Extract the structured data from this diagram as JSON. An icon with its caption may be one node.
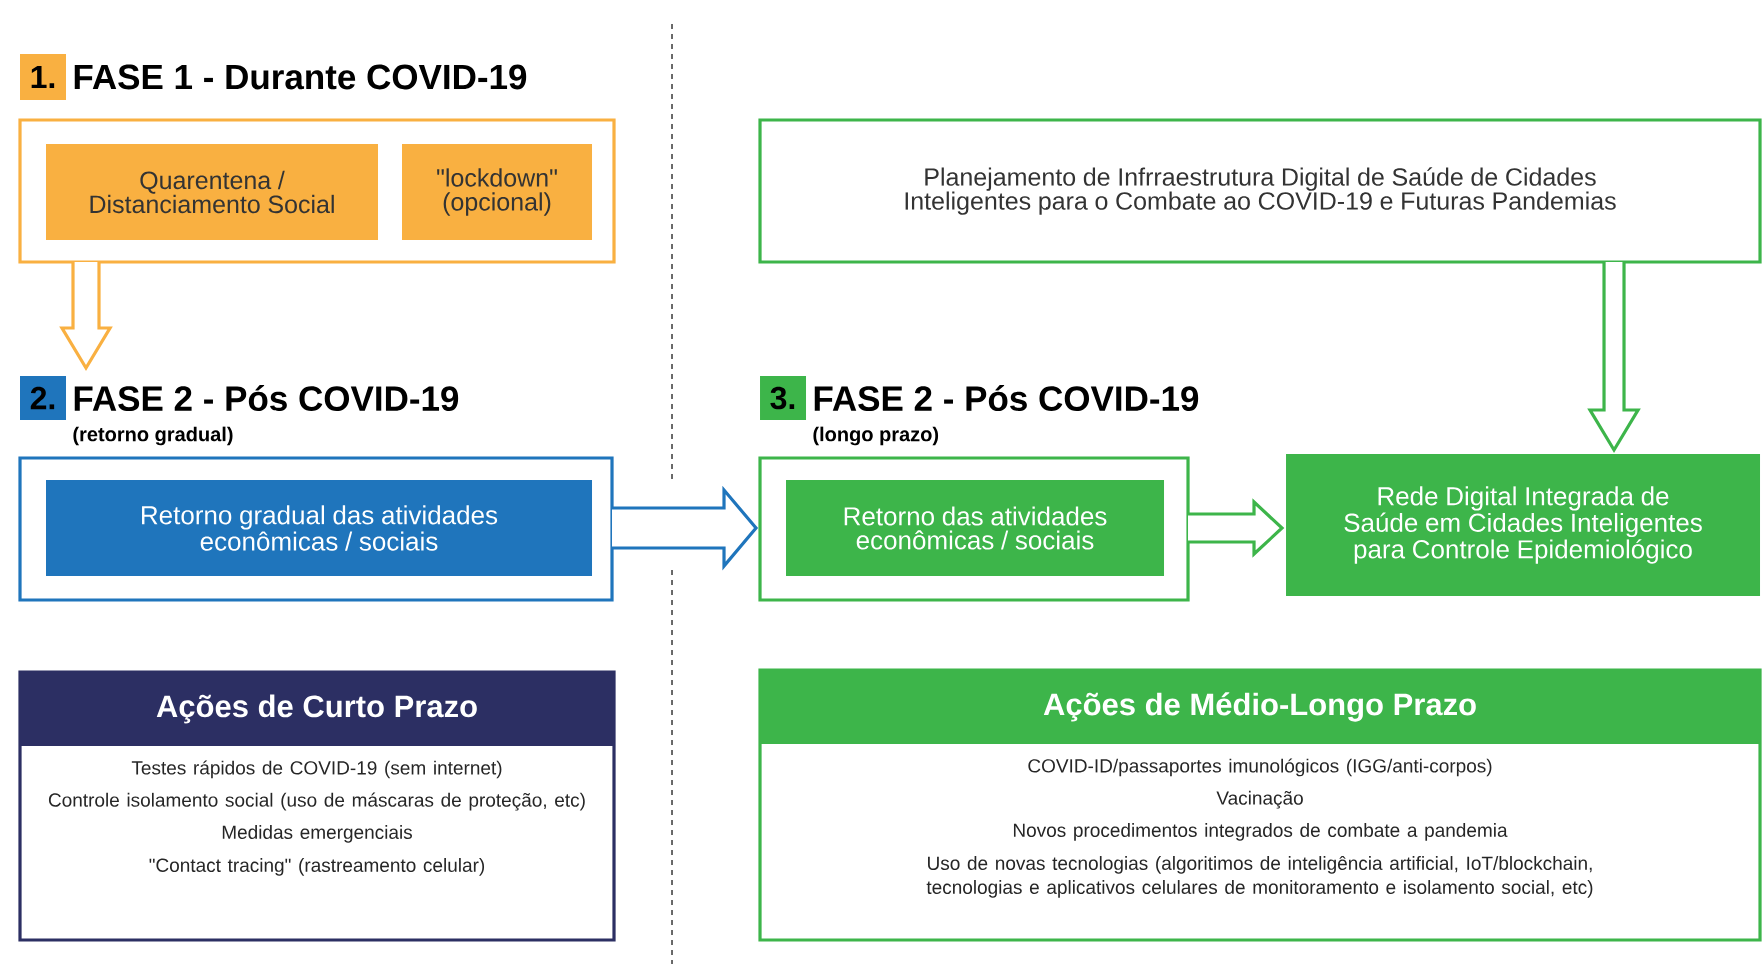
{
  "diagram": {
    "nodes": [
      {
        "text": [
          "1."
        ],
        "beside": [
          "FASE 1 - Durante COVID-19"
        ]
      },
      {
        "text": [],
        "shape": "box"
      },
      {
        "text": [
          "Quarentena / Distanciamento Social"
        ],
        "in": 1
      },
      {
        "text": [
          "\"lockdown\" (opcional)"
        ],
        "in": 1
      },
      {
        "text": [
          "2."
        ],
        "beside": [
          "FASE 2 - Pós COVID-19",
          "(retorno gradual)"
        ]
      },
      {
        "text": [],
        "shape": "box"
      },
      {
        "text": [
          "Retorno gradual das atividades econômicas / sociais"
        ],
        "in": 5
      },
      {
        "text": [
          "Planejamento de Infrraestrutura Digital de Saúde de Cidades Inteligentes para o Combate ao COVID-19 e Futuras Pandemias"
        ]
      },
      {
        "text": [
          "3."
        ],
        "beside": [
          "FASE 2 - Pós COVID-19",
          "(longo prazo)"
        ]
      },
      {
        "text": [],
        "shape": "box"
      },
      {
        "text": [
          "Retorno das atividades econômicas / sociais"
        ],
        "in": 9
      },
      {
        "text": [
          "Rede Digital Integrada de Saúde em Cidades Inteligentes para Controle Epidemiológico"
        ]
      },
      {
        "text": [
          "Ações de Curto Prazo",
          "Testes rápidos de COVID-19 (sem internet)",
          "Controle isolamento social (uso de máscaras de proteção, etc)",
          "Medidas emergenciais",
          "\"Contact tracing\" (rastreamento celular)"
        ]
      },
      {
        "text": [
          "Ações de Médio-Longo Prazo",
          "COVID-ID/passaportes imunológicos (IGG/anti-corpos)",
          "Vacinação",
          "Novos procedimentos integrados de combate a pandemia",
          "Uso de novas tecnologias (algoritimos de inteligência artificial, IoT/blockchain, tecnologias e aplicativos celulares de monitoramento e isolamento social, etc)"
        ]
      }
    ],
    "edges": [
      {
        "from": 1,
        "to": 4,
        "arrow": "to",
        "color": "#f9b041"
      },
      {
        "from": 5,
        "to": 9,
        "arrow": "to",
        "color": "#1f75bc"
      },
      {
        "from": 7,
        "to": 11,
        "arrow": "to"
      },
      {
        "from": 9,
        "to": 11,
        "arrow": "to"
      }
    ]
  }
}
